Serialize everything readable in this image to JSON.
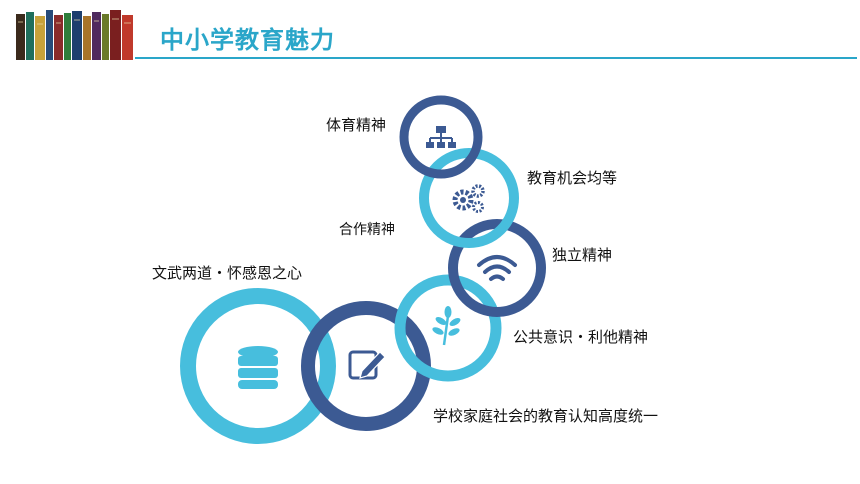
{
  "header": {
    "title": "中小学教育魅力"
  },
  "colors": {
    "accent": "#2AA6C9",
    "light_ring": "#47BEDD",
    "dark_ring": "#3C5A93"
  },
  "diagram": {
    "labels": {
      "sports": "体育精神",
      "equal_opportunity": "教育机会均等",
      "cooperation": "合作精神",
      "independence": "独立精神",
      "civility": "文武两道・怀感恩之心",
      "public_awareness": "公共意识・利他精神",
      "unity": "学校家庭社会的教育认知高度统一"
    },
    "icons": [
      "hierarchy-icon",
      "gears-icon",
      "wifi-icon",
      "sprout-icon",
      "edit-icon",
      "database-icon"
    ]
  }
}
